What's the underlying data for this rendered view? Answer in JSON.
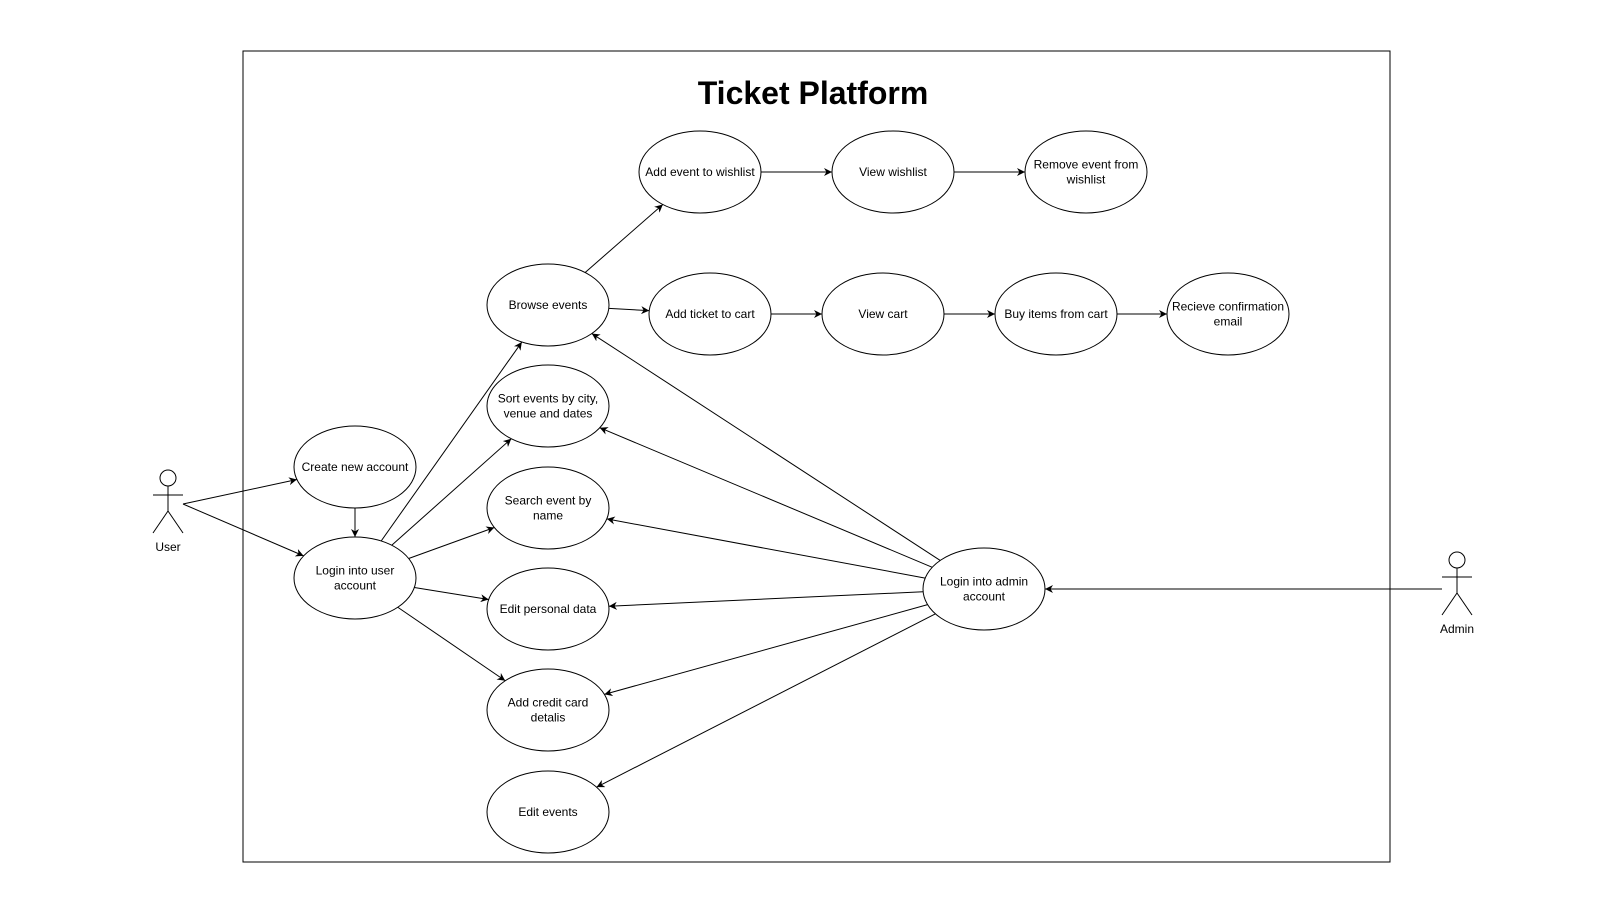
{
  "title": "Ticket Platform",
  "actors": [
    {
      "id": "user",
      "label": "User"
    },
    {
      "id": "admin",
      "label": "Admin"
    }
  ],
  "use_cases": [
    {
      "id": "create_account",
      "lines": [
        "Create new account"
      ]
    },
    {
      "id": "login_user",
      "lines": [
        "Login into user",
        "account"
      ]
    },
    {
      "id": "browse_events",
      "lines": [
        "Browse events"
      ]
    },
    {
      "id": "sort_events",
      "lines": [
        "Sort events by city,",
        "venue and dates"
      ]
    },
    {
      "id": "search_event",
      "lines": [
        "Search event by",
        "name"
      ]
    },
    {
      "id": "edit_personal",
      "lines": [
        "Edit personal data"
      ]
    },
    {
      "id": "add_card",
      "lines": [
        "Add credit card",
        "detalis"
      ]
    },
    {
      "id": "edit_events",
      "lines": [
        "Edit events"
      ]
    },
    {
      "id": "add_wishlist",
      "lines": [
        "Add event to wishlist"
      ]
    },
    {
      "id": "view_wishlist",
      "lines": [
        "View wishlist"
      ]
    },
    {
      "id": "remove_wishlist",
      "lines": [
        "Remove event from",
        "wishlist"
      ]
    },
    {
      "id": "add_ticket",
      "lines": [
        "Add ticket to cart"
      ]
    },
    {
      "id": "view_cart",
      "lines": [
        "View cart"
      ]
    },
    {
      "id": "buy_items",
      "lines": [
        "Buy items from cart"
      ]
    },
    {
      "id": "receive_email",
      "lines": [
        "Recieve confirmation",
        "email"
      ]
    },
    {
      "id": "login_admin",
      "lines": [
        "Login into admin",
        "account"
      ]
    }
  ],
  "edges": [
    {
      "from": "user",
      "to": "create_account"
    },
    {
      "from": "user",
      "to": "login_user"
    },
    {
      "from": "create_account",
      "to": "login_user"
    },
    {
      "from": "login_user",
      "to": "browse_events"
    },
    {
      "from": "login_user",
      "to": "sort_events"
    },
    {
      "from": "login_user",
      "to": "search_event"
    },
    {
      "from": "login_user",
      "to": "edit_personal"
    },
    {
      "from": "login_user",
      "to": "add_card"
    },
    {
      "from": "browse_events",
      "to": "add_wishlist"
    },
    {
      "from": "browse_events",
      "to": "add_ticket"
    },
    {
      "from": "add_wishlist",
      "to": "view_wishlist"
    },
    {
      "from": "view_wishlist",
      "to": "remove_wishlist"
    },
    {
      "from": "add_ticket",
      "to": "view_cart"
    },
    {
      "from": "view_cart",
      "to": "buy_items"
    },
    {
      "from": "buy_items",
      "to": "receive_email"
    },
    {
      "from": "admin",
      "to": "login_admin"
    },
    {
      "from": "login_admin",
      "to": "browse_events"
    },
    {
      "from": "login_admin",
      "to": "sort_events"
    },
    {
      "from": "login_admin",
      "to": "search_event"
    },
    {
      "from": "login_admin",
      "to": "edit_personal"
    },
    {
      "from": "login_admin",
      "to": "add_card"
    },
    {
      "from": "login_admin",
      "to": "edit_events"
    }
  ]
}
